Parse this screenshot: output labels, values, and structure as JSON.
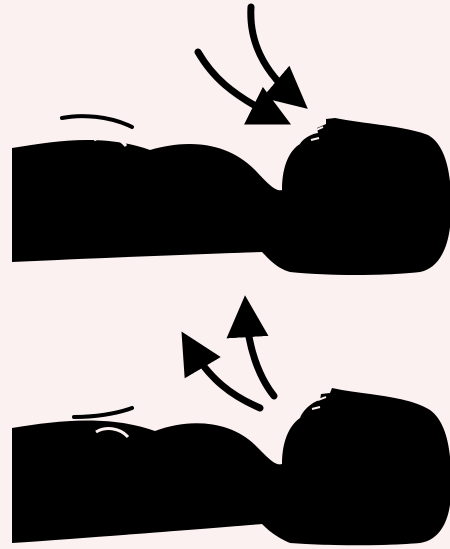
{
  "background_color": "#fcf1f1",
  "silhouette_color": "#000000",
  "panels": [
    {
      "id": "inhale",
      "airflow_direction": "toward-face",
      "icon": "inhale-arrows-icon"
    },
    {
      "id": "exhale",
      "airflow_direction": "away-from-face",
      "icon": "exhale-arrows-icon"
    }
  ]
}
